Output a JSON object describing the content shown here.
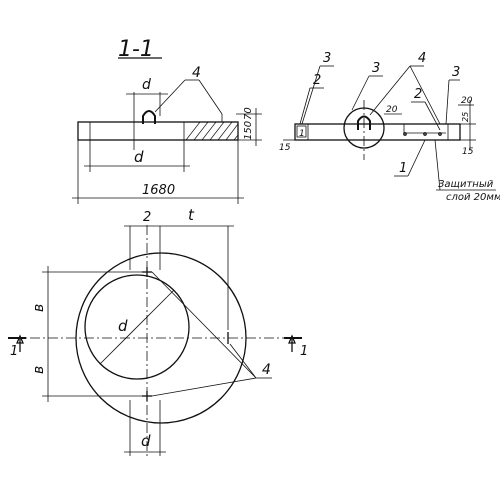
{
  "section": {
    "title": "1-1",
    "labels": {
      "d_small": "d",
      "d_large": "d",
      "width": "1680",
      "h_150": "150",
      "h_70": "70",
      "callout_4": "4"
    }
  },
  "detail": {
    "labels": {
      "n3_left": "3",
      "n3_mid": "3",
      "n3_right": "3",
      "n2_left": "2",
      "n2_right": "2",
      "n4": "4",
      "n1": "1",
      "n1_box": "1",
      "d15_left": "15",
      "d20_a": "20",
      "d20_b": "20",
      "d25": "25",
      "d15_right": "15"
    },
    "note_line1": "Защитный",
    "note_line2": "слой 20мм"
  },
  "plan": {
    "labels": {
      "dim_2": "2",
      "dim_t": "t",
      "b_upper": "в",
      "b_lower": "в",
      "d_diag": "d",
      "d_bottom": "d",
      "callout_4": "4",
      "cut_left": "1",
      "cut_right": "1"
    }
  }
}
